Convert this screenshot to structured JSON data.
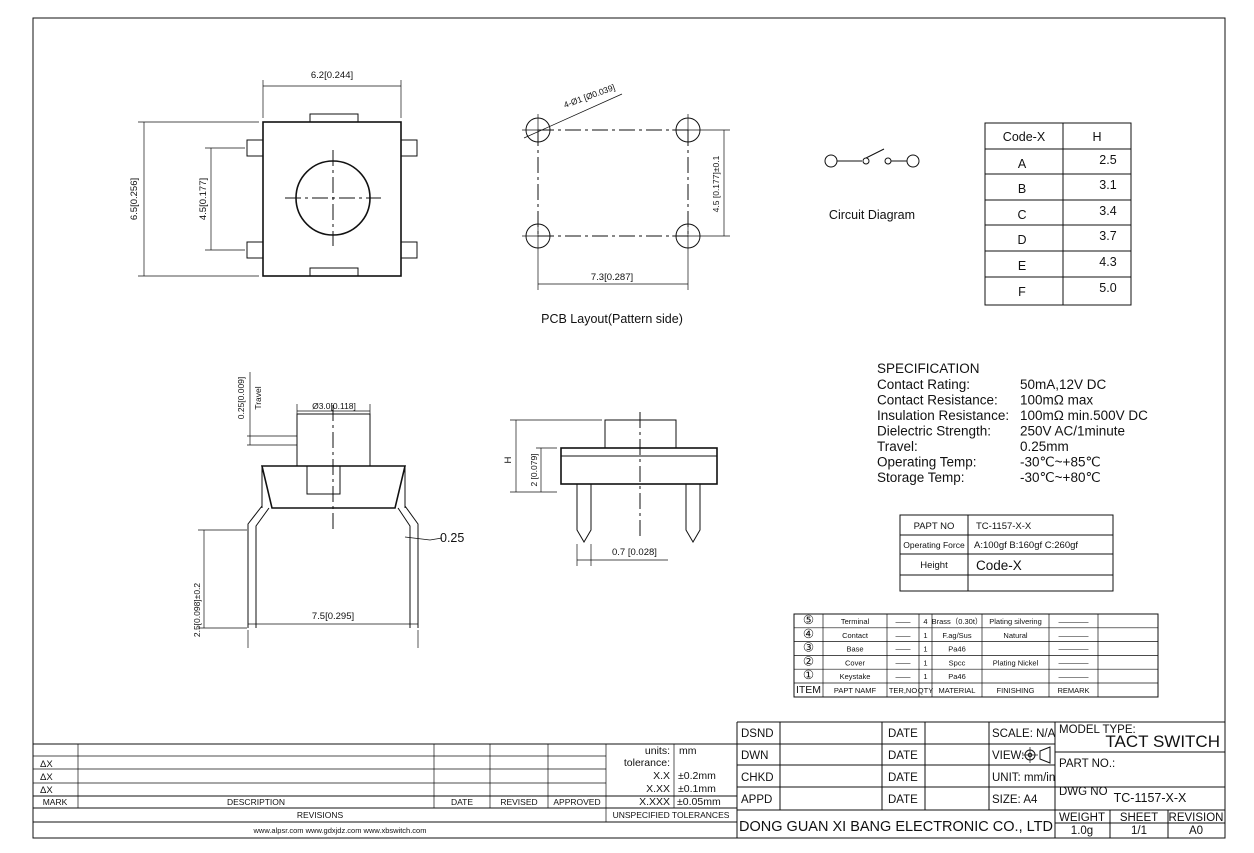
{
  "dimensions": {
    "top_width": "6.2[0.244]",
    "top_height": "6.5[0.256]",
    "top_pitch": "4.5[0.177]",
    "pcb_hole": "4-Ø1 [Ø0.039]",
    "pcb_pitch_v": "4.5 [0.177]±0.1",
    "pcb_pitch_h": "7.3[0.287]",
    "pcb_caption": "PCB  Layout(Pattern side)",
    "travel_value": "0.25[0.009]",
    "travel_label": "Travel",
    "button_dia": "Ø3.0[0.118]",
    "lead_thick": "0.25",
    "lead_length": "2.5[0.098]±0.2",
    "side_width": "7.5[0.295]",
    "height_symbol": "H",
    "body_height": "2 [0.079]",
    "lead_width": "0.7 [0.028]"
  },
  "circuit": {
    "label": "Circuit   Diagram"
  },
  "code_table": {
    "headers": [
      "Code-X",
      "H"
    ],
    "rows": [
      [
        "A",
        "2.5"
      ],
      [
        "B",
        "3.1"
      ],
      [
        "C",
        "3.4"
      ],
      [
        "D",
        "3.7"
      ],
      [
        "E",
        "4.3"
      ],
      [
        "F",
        "5.0"
      ]
    ]
  },
  "spec": {
    "title": "SPECIFICATION",
    "rows": [
      [
        "Contact  Rating:",
        "50mA,12V DC"
      ],
      [
        "Contact  Resistance:",
        "100mΩ max"
      ],
      [
        "Insulation Resistance:",
        "100mΩ min.500V DC"
      ],
      [
        "Dielectric  Strength:",
        "250V AC/1minute"
      ],
      [
        "Travel:",
        "0.25mm"
      ],
      [
        "Operating Temp:",
        "-30℃~+85℃"
      ],
      [
        "Storage Temp:",
        "-30℃~+80℃"
      ]
    ]
  },
  "part_table": {
    "rows": [
      [
        "PAPT NO",
        "TC-1157-X-X"
      ],
      [
        "Operating Force",
        "A:100gf B:160gf C:260gf"
      ],
      [
        "Height",
        "Code-X"
      ],
      [
        "",
        ""
      ]
    ]
  },
  "bom": {
    "rows": [
      [
        "⑤",
        "Terminal",
        "——",
        "4",
        "Brass（0.30t）",
        "Plating silvering",
        "————"
      ],
      [
        "④",
        "Contact",
        "——",
        "1",
        "F.ag/Sus",
        "Natural",
        "————"
      ],
      [
        "③",
        "Base",
        "——",
        "1",
        "Pa46",
        "",
        "————"
      ],
      [
        "②",
        "Cover",
        "——",
        "1",
        "Spcc",
        "Plating Nickel",
        "————"
      ],
      [
        "①",
        "Keystake",
        "——",
        "1",
        "Pa46",
        "",
        "————"
      ]
    ],
    "headers": [
      "ITEM",
      "PAPT NAMF",
      "TER,NO",
      "QTY",
      "MATERIAL",
      "FINISHING",
      "REMARK"
    ]
  },
  "revisions": {
    "delta": [
      "ΔX",
      "ΔX",
      "ΔX"
    ],
    "mark": "MARK",
    "description": "DESCRIPTION",
    "date": "DATE",
    "revised": "REVISED",
    "approved": "APPROVED",
    "title": "REVISIONS",
    "websites": "www.alpsr.com   www.gdxjdz.com  www.xbswitch.com"
  },
  "tolerance": {
    "units_label": "units:",
    "units_value": "mm",
    "tol_label": "tolerance:",
    "rows": [
      [
        "X.X",
        "±0.2mm"
      ],
      [
        "X.XX",
        "±0.1mm"
      ],
      [
        "X.XXX",
        "±0.05mm"
      ]
    ],
    "footer": "UNSPECIFIED TOLERANCES"
  },
  "title_block": {
    "roles": [
      "DSND",
      "DWN",
      "CHKD",
      "APPD"
    ],
    "date": "DATE",
    "scale": "SCALE: N/A",
    "view": "VIEW:",
    "unit": "UNIT: mm/in",
    "size": "SIZE: A4",
    "model_label": "MODEL TYPE:",
    "model_value": "TACT SWITCH",
    "part_label": "PART NO.:",
    "dwg_label": "DWG NO",
    "dwg_value": "TC-1157-X-X",
    "company": "DONG GUAN XI BANG ELECTRONIC CO., LTD",
    "weight_label": "WEIGHT",
    "weight_value": "1.0g",
    "sheet_label": "SHEET",
    "sheet_value": "1/1",
    "revision_label": "REVISION",
    "revision_value": "A0"
  }
}
